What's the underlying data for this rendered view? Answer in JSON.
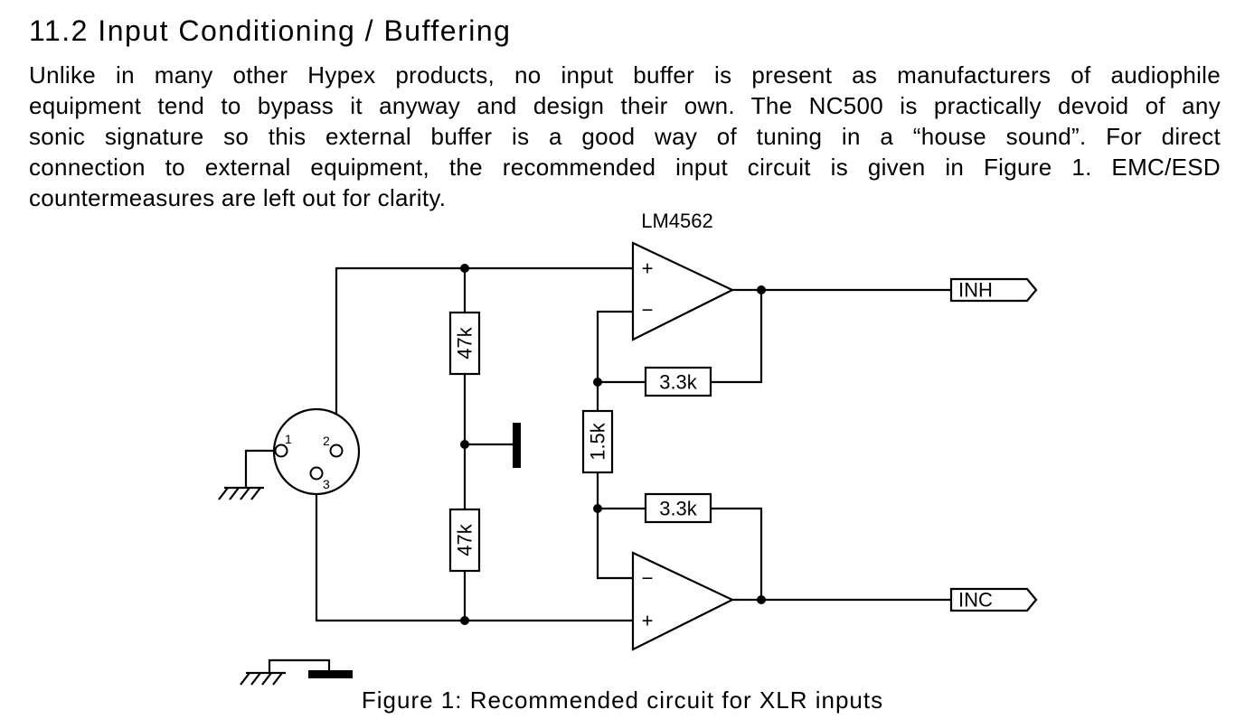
{
  "section": {
    "heading": "11.2 Input Conditioning / Buffering",
    "paragraph_lines": [
      "Unlike in many other Hypex products, no input buffer is present as manufacturers of audiophile",
      "equipment tend to bypass it anyway and design their own. The NC500 is practically devoid of any",
      "sonic signature so this external buffer is a good way of tuning in a “house sound”. For direct",
      "connection to external equipment, the recommended input circuit is given in Figure 1. EMC/ESD",
      "countermeasures are left out for clarity."
    ]
  },
  "figure": {
    "caption": "Figure 1: Recommended circuit for XLR inputs",
    "opamp_label": "LM4562",
    "components": {
      "r_top": "47k",
      "r_bottom": "47k",
      "r_mid": "1.5k",
      "r_fb_top": "3.3k",
      "r_fb_bottom": "3.3k"
    },
    "opamp_pins": {
      "top_plus": "+",
      "top_minus": "−",
      "bottom_minus": "−",
      "bottom_plus": "+"
    },
    "xlr_pins": {
      "pin1": "1",
      "pin2": "2",
      "pin3": "3"
    },
    "outputs": {
      "hot": "INH",
      "cold": "INC"
    }
  }
}
